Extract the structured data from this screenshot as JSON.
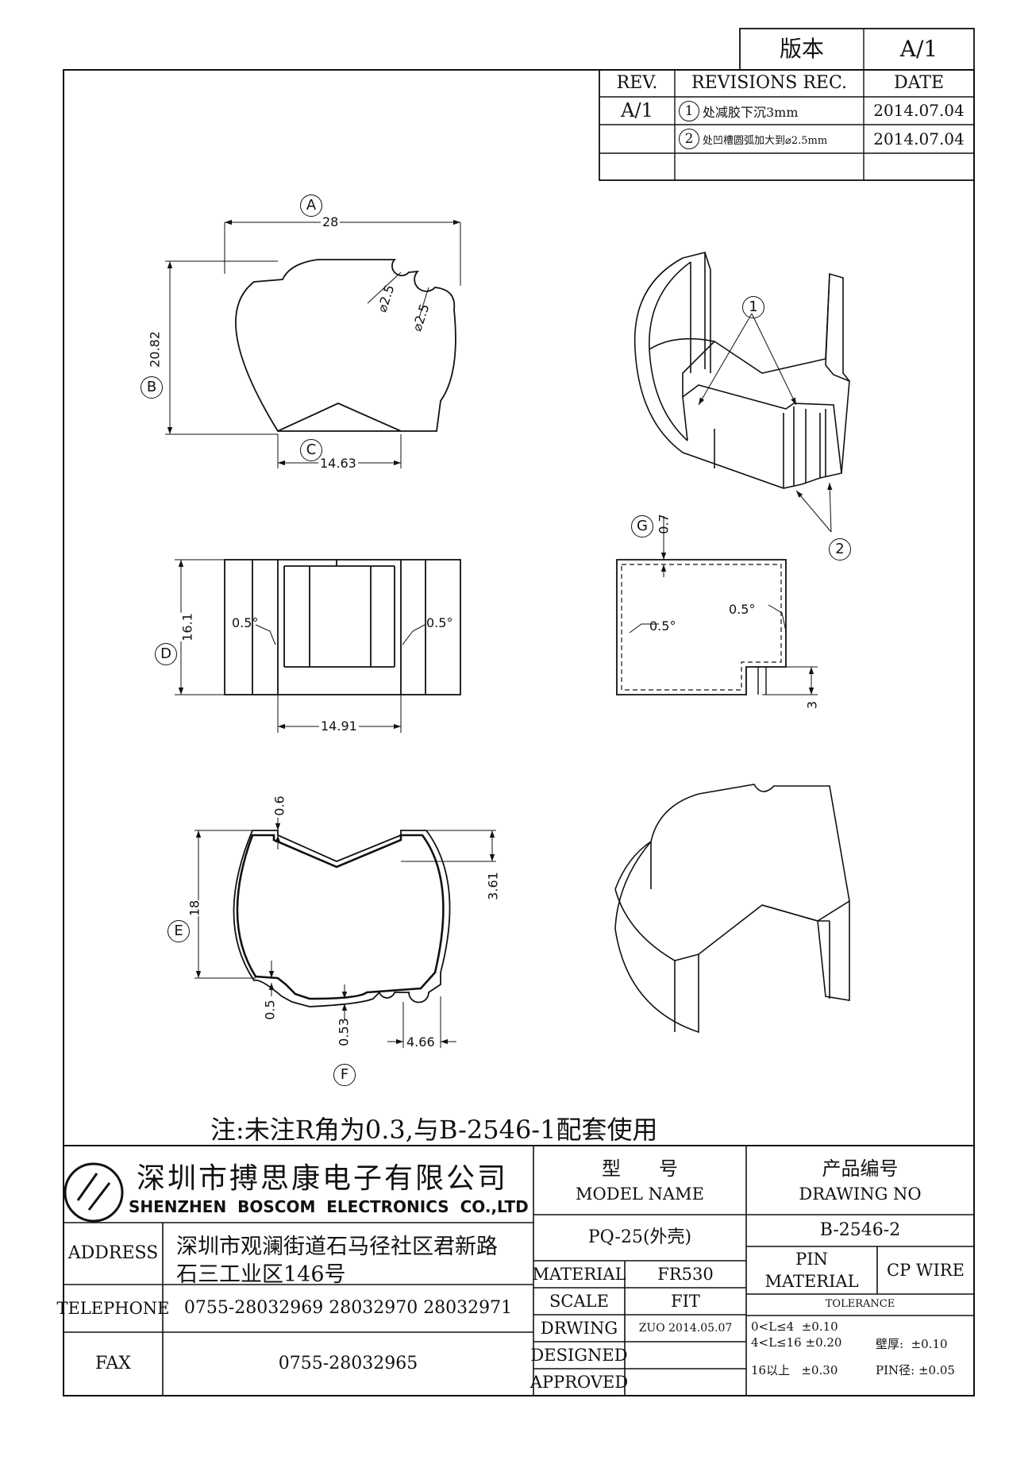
{
  "version_box": {
    "label": "版本",
    "value": "A/1"
  },
  "revisions": {
    "headers": [
      "REV.",
      "REVISIONS REC.",
      "DATE"
    ],
    "rows": [
      {
        "rev": "A/1",
        "num": "1",
        "text": "处减胶下沉3mm",
        "date": "2014.07.04"
      },
      {
        "rev": "",
        "num": "2",
        "text": "处凹槽圆弧加大到⌀2.5mm",
        "date": "2014.07.04"
      }
    ]
  },
  "dims": {
    "top": {
      "width": "28",
      "height": "20.82",
      "bottom": "14.63",
      "r1": "⌀2.5",
      "r2": "⌀2.5"
    },
    "side": {
      "height": "16.1",
      "width": "14.91",
      "ang1": "0.5°",
      "ang2": "0.5°"
    },
    "section": {
      "top": "0.7",
      "ang1": "0.5°",
      "ang2": "0.5°",
      "bottom": "3"
    },
    "bottom": {
      "t": "0.6",
      "h": "18",
      "r": "3.61",
      "b1": "0.5",
      "b2": "0.53",
      "w": "4.66"
    }
  },
  "labels": {
    "a": "A",
    "b": "B",
    "c": "C",
    "d": "D",
    "e": "E",
    "f": "F",
    "g": "G",
    "n1": "1",
    "n2": "2"
  },
  "note": "注:未注R角为0.3,与B-2546-1配套使用",
  "company": {
    "cn": "深圳市搏思康电子有限公司",
    "en": "SHENZHEN  BOSCOM  ELECTRONICS  CO.,LTD"
  },
  "model": {
    "label_cn": "型　　号",
    "label_en": "MODEL NAME",
    "value": "PQ-25(外壳)"
  },
  "drawing_no": {
    "label_cn": "产品编号",
    "label_en": "DRAWING NO",
    "value": "B-2546-2"
  },
  "contact": {
    "address_label": "ADDRESS",
    "address_1": "深圳市观澜街道石马径社区君新路",
    "address_2": "石三工业区146号",
    "telephone_label": "TELEPHONE",
    "telephone": "0755-28032969 28032970 28032971",
    "fax_label": "FAX",
    "fax": "0755-28032965"
  },
  "spec": {
    "material_label": "MATERIAL",
    "material": "FR530",
    "scale_label": "SCALE",
    "scale": "FIT",
    "drawing_label": "DRWING",
    "drawing": "ZUO 2014.05.07",
    "designed_label": "DESIGNED",
    "approved_label": "APPROVED"
  },
  "pin": {
    "label_1": "PIN",
    "label_2": "MATERIAL",
    "value": "CP WIRE"
  },
  "tolerance": {
    "title": "TOLERANCE",
    "l1": "0<L≤4  ±0.10",
    "l2": "4<L≤16 ±0.20",
    "l3": "16以上   ±0.30",
    "wall": "壁厚:  ±0.10",
    "pin": "PIN径: ±0.05"
  }
}
